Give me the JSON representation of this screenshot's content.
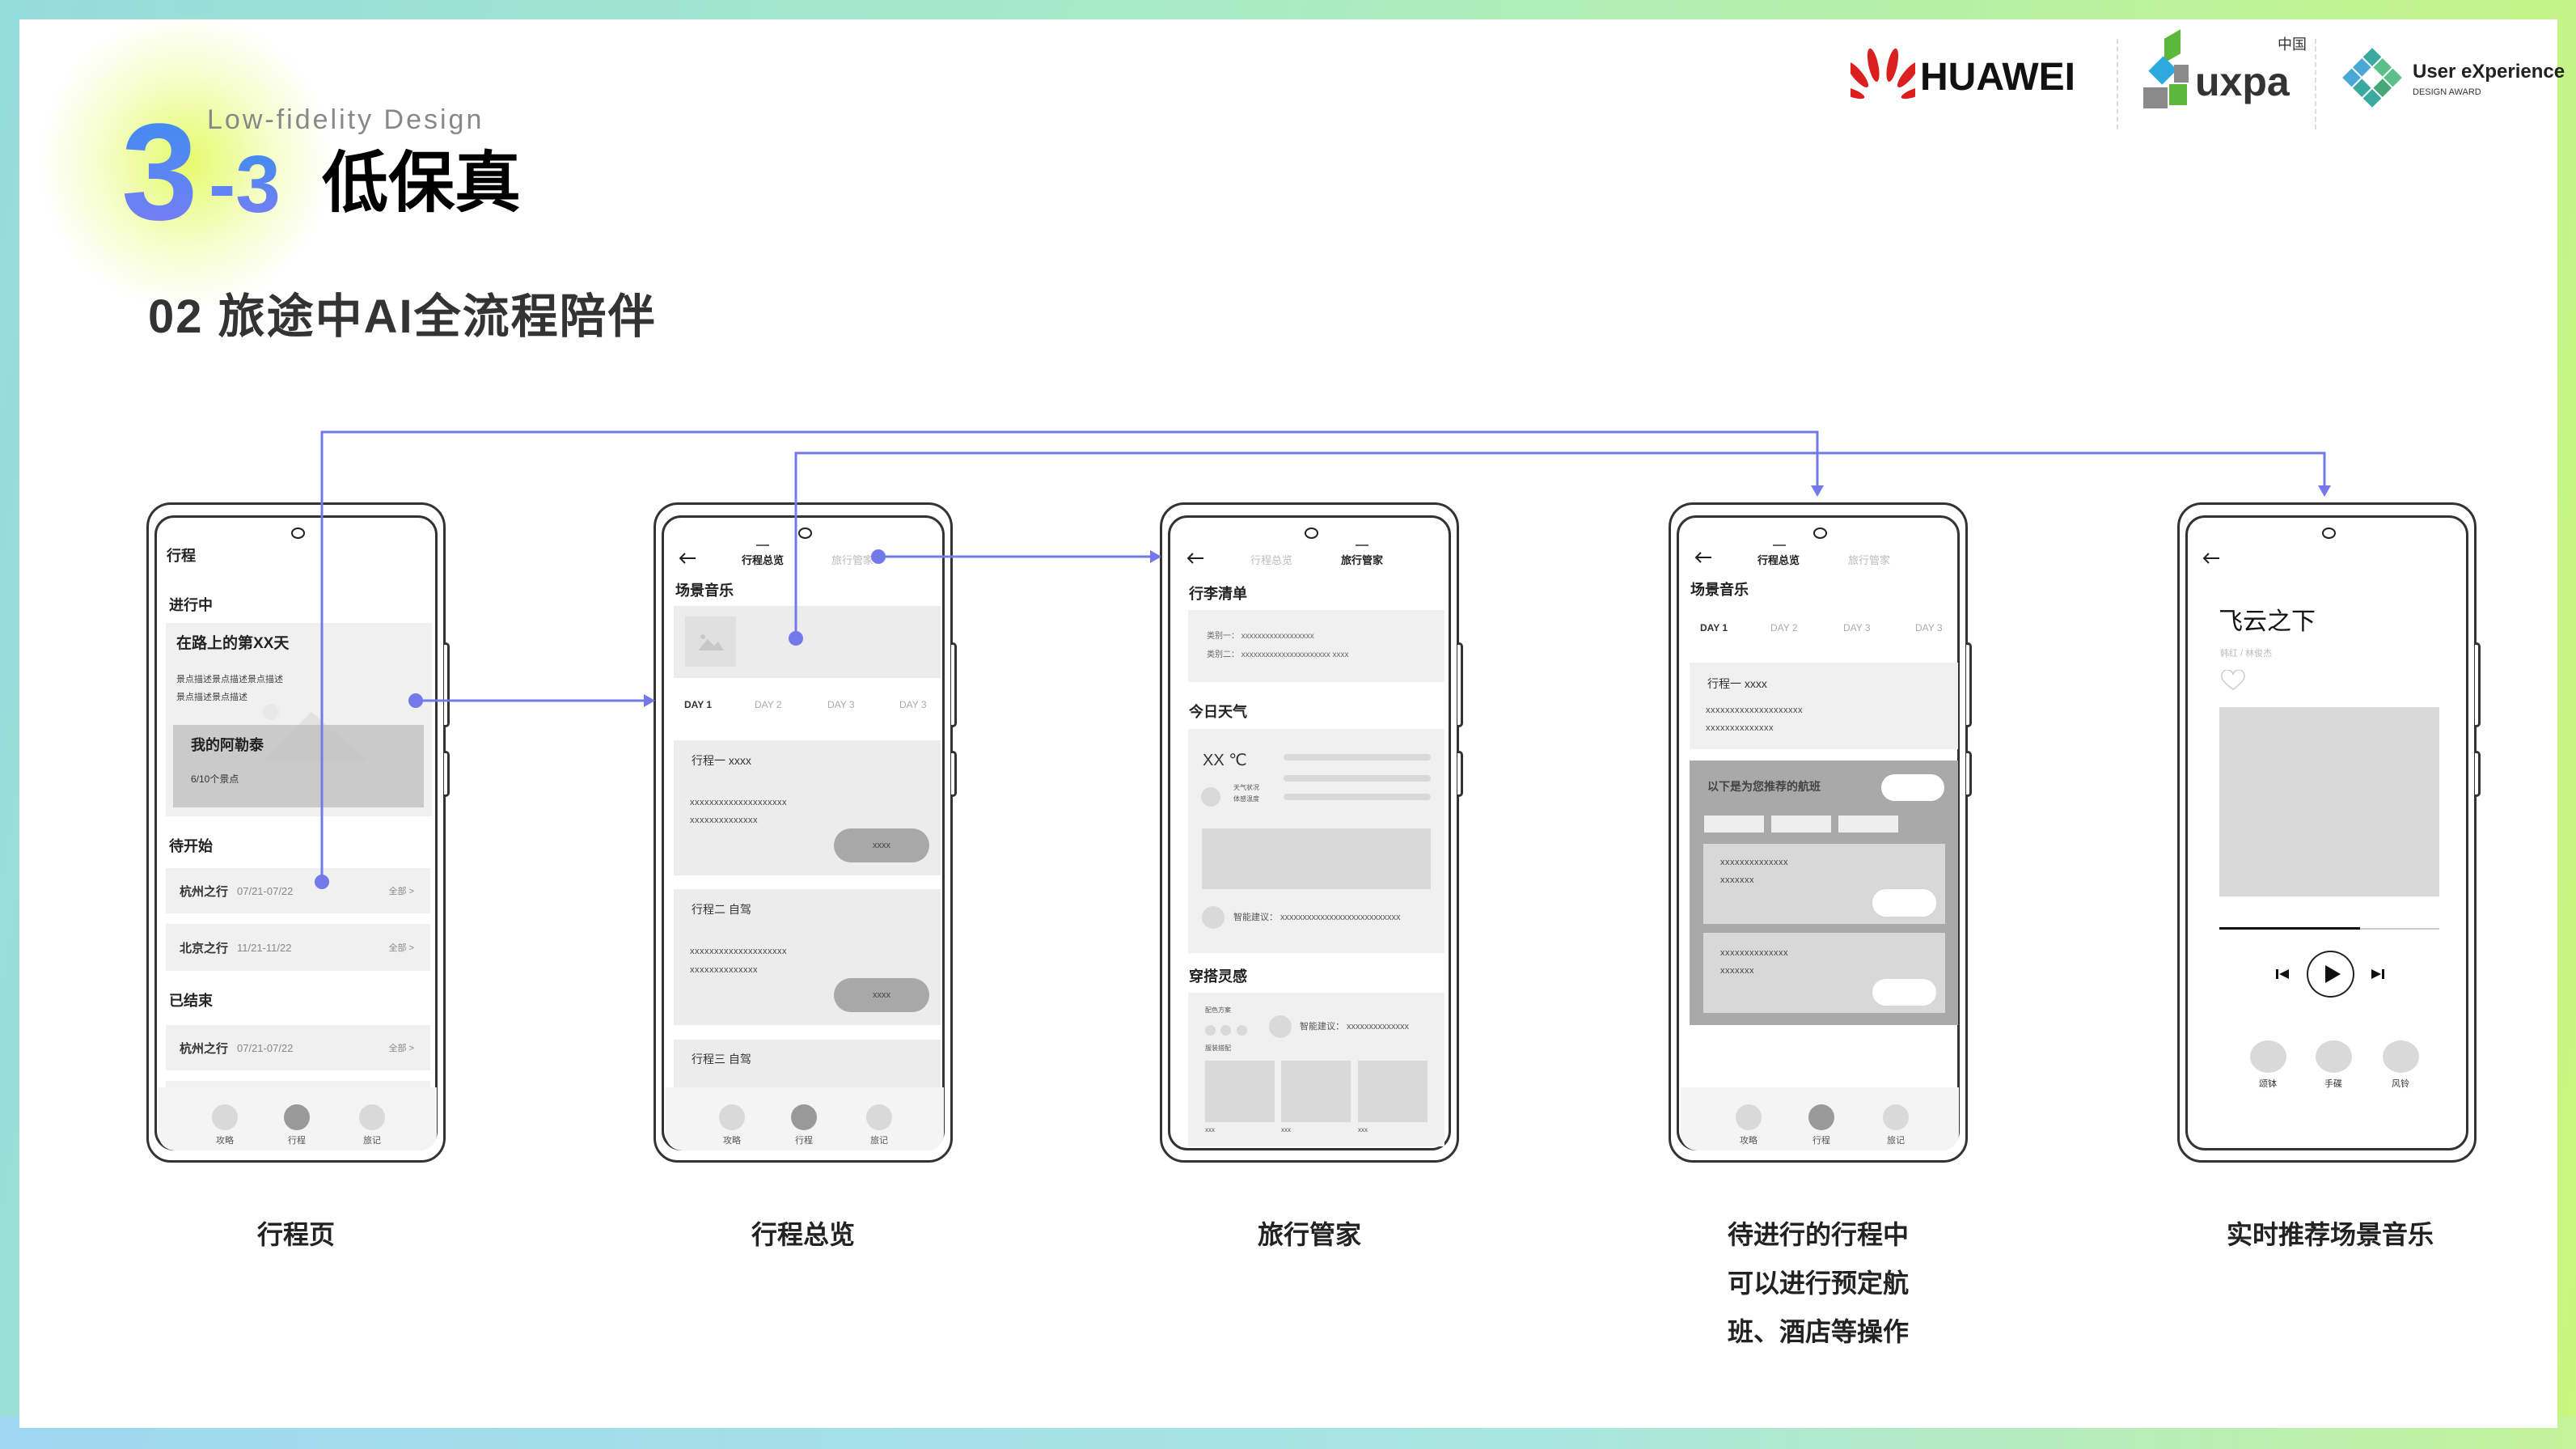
{
  "header": {
    "big_num": "3",
    "dash_num": "-3",
    "title": "低保真",
    "en_title": "Low-fidelity Design",
    "subtitle": "02 旅途中AI全流程陪伴"
  },
  "logos": {
    "huawei": "HUAWEI",
    "uxpa": "uxpa",
    "uxpa_cn": "中国",
    "award_line1": "User eXperience",
    "award_line2": "DESIGN  AWARD"
  },
  "colors": {
    "accent": "#7479ea",
    "title_gradient_start": "#3a8ef0",
    "title_gradient_end": "#7c7cf5",
    "wire_gray": "#d9d9d9",
    "huawei_red": "#d9201f"
  },
  "nav_labels": [
    "攻略",
    "行程",
    "旅记"
  ],
  "screens": {
    "itinerary": {
      "title": "行程",
      "section_ongoing": "进行中",
      "ongoing_card": {
        "title": "在路上的第XX天",
        "desc1": "景点描述景点描述景点描述",
        "desc2": "景点描述景点描述",
        "trip_name": "我的阿勒泰",
        "progress": "6/10个景点"
      },
      "section_upcoming": "待开始",
      "upcoming": [
        {
          "name": "杭州之行",
          "dates": "07/21-07/22",
          "more": "全部 >"
        },
        {
          "name": "北京之行",
          "dates": "11/21-11/22",
          "more": "全部 >"
        }
      ],
      "section_ended": "已结束",
      "ended": [
        {
          "name": "杭州之行",
          "dates": "07/21-07/22",
          "more": "全部 >"
        }
      ],
      "active_nav": "行程"
    },
    "overview": {
      "tab_overview": "行程总览",
      "tab_butler": "旅行管家",
      "active_tab": "行程总览",
      "section_music": "场景音乐",
      "days": [
        "DAY 1",
        "DAY 2",
        "DAY 3",
        "DAY 3"
      ],
      "plans": [
        {
          "title": "行程一  xxxx",
          "line1": "xxxxxxxxxxxxxxxxxxxx",
          "line2": "xxxxxxxxxxxxxx",
          "button": "xxxx"
        },
        {
          "title": "行程二  自驾",
          "line1": "xxxxxxxxxxxxxxxxxxxx",
          "line2": "xxxxxxxxxxxxxx",
          "button": "xxxx"
        },
        {
          "title": "行程三  自驾"
        }
      ]
    },
    "butler": {
      "tab_overview": "行程总览",
      "tab_butler": "旅行管家",
      "active_tab": "旅行管家",
      "section_luggage": "行李清单",
      "luggage1": "类别一： xxxxxxxxxxxxxxxxxx",
      "luggage2": "类别二： xxxxxxxxxxxxxxxxxxxxxx  xxxx",
      "section_weather": "今日天气",
      "temperature": "XX ℃",
      "weather_state": "天气状况",
      "feels_like": "体感温度",
      "weather_tip": "智能建议： xxxxxxxxxxxxxxxxxxxxxxxxxxx",
      "section_outfit": "穿搭灵感",
      "color_scheme": "配色方案",
      "outfit_tip": "智能建议： xxxxxxxxxxxxxx",
      "outfit_match": "服装搭配",
      "outfits": [
        "xxx",
        "xxx",
        "xxx"
      ]
    },
    "booking": {
      "tab_overview": "行程总览",
      "tab_butler": "旅行管家",
      "active_tab": "行程总览",
      "section_music": "场景音乐",
      "days": [
        "DAY 1",
        "DAY 2",
        "DAY 3",
        "DAY 3"
      ],
      "plan": {
        "title": "行程一  xxxx",
        "line1": "xxxxxxxxxxxxxxxxxxxx",
        "line2": "xxxxxxxxxxxxxx"
      },
      "flight_heading": "以下是为您推荐的航班",
      "flights": [
        {
          "line1": "xxxxxxxxxxxxxx",
          "line2": "xxxxxxx"
        },
        {
          "line1": "xxxxxxxxxxxxxx",
          "line2": "xxxxxxx"
        }
      ],
      "active_nav": "行程"
    },
    "music": {
      "song": "飞云之下",
      "artist": "韩红 / 林俊杰",
      "progress_percent": 64,
      "sounds": [
        "颂钵",
        "手碟",
        "风铃"
      ]
    }
  },
  "captions": {
    "itinerary": "行程页",
    "overview": "行程总览",
    "butler": "旅行管家",
    "booking": [
      "待进行的行程中",
      "可以进行预定航",
      "班、酒店等操作"
    ],
    "music": "实时推荐场景音乐"
  }
}
